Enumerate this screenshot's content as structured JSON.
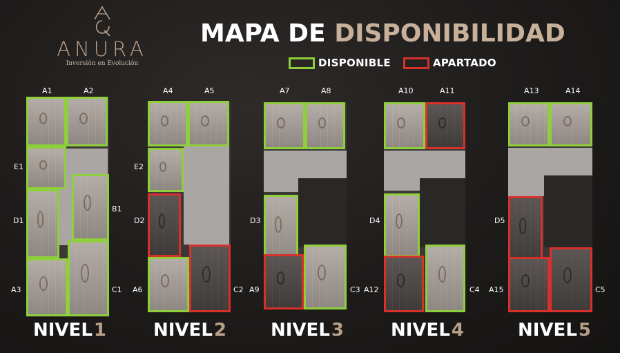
{
  "brand": {
    "name": "ANURA",
    "tagline": "Inversión en Evolución"
  },
  "title": {
    "part1": "MAPA DE",
    "part2": "DISPONIBILIDAD"
  },
  "legend": {
    "available": "DISPONIBLE",
    "reserved": "APARTADO"
  },
  "colors": {
    "available": "#8fcf3c",
    "reserved": "#d8302b",
    "title_accent": "#c8b19a",
    "background": "#1e1c1b"
  },
  "levels": [
    {
      "label": "NIVEL",
      "number": "1",
      "units": [
        {
          "id": "A1",
          "status": "available"
        },
        {
          "id": "A2",
          "status": "available"
        },
        {
          "id": "E1",
          "status": "available"
        },
        {
          "id": "B1",
          "status": "available"
        },
        {
          "id": "D1",
          "status": "available"
        },
        {
          "id": "A3",
          "status": "available"
        },
        {
          "id": "C1",
          "status": "available"
        }
      ]
    },
    {
      "label": "NIVEL",
      "number": "2",
      "units": [
        {
          "id": "A4",
          "status": "available"
        },
        {
          "id": "A5",
          "status": "available"
        },
        {
          "id": "E2",
          "status": "available"
        },
        {
          "id": "D2",
          "status": "reserved"
        },
        {
          "id": "A6",
          "status": "available"
        },
        {
          "id": "C2",
          "status": "reserved"
        }
      ]
    },
    {
      "label": "NIVEL",
      "number": "3",
      "units": [
        {
          "id": "A7",
          "status": "available"
        },
        {
          "id": "A8",
          "status": "available"
        },
        {
          "id": "D3",
          "status": "available"
        },
        {
          "id": "A9",
          "status": "reserved"
        },
        {
          "id": "C3",
          "status": "available"
        }
      ]
    },
    {
      "label": "NIVEL",
      "number": "4",
      "units": [
        {
          "id": "A10",
          "status": "available"
        },
        {
          "id": "A11",
          "status": "reserved"
        },
        {
          "id": "D4",
          "status": "available"
        },
        {
          "id": "A12",
          "status": "reserved"
        },
        {
          "id": "C4",
          "status": "available"
        }
      ]
    },
    {
      "label": "NIVEL",
      "number": "5",
      "units": [
        {
          "id": "A13",
          "status": "available"
        },
        {
          "id": "A14",
          "status": "available"
        },
        {
          "id": "D5",
          "status": "reserved"
        },
        {
          "id": "A15",
          "status": "reserved"
        },
        {
          "id": "C5",
          "status": "reserved"
        }
      ]
    }
  ]
}
